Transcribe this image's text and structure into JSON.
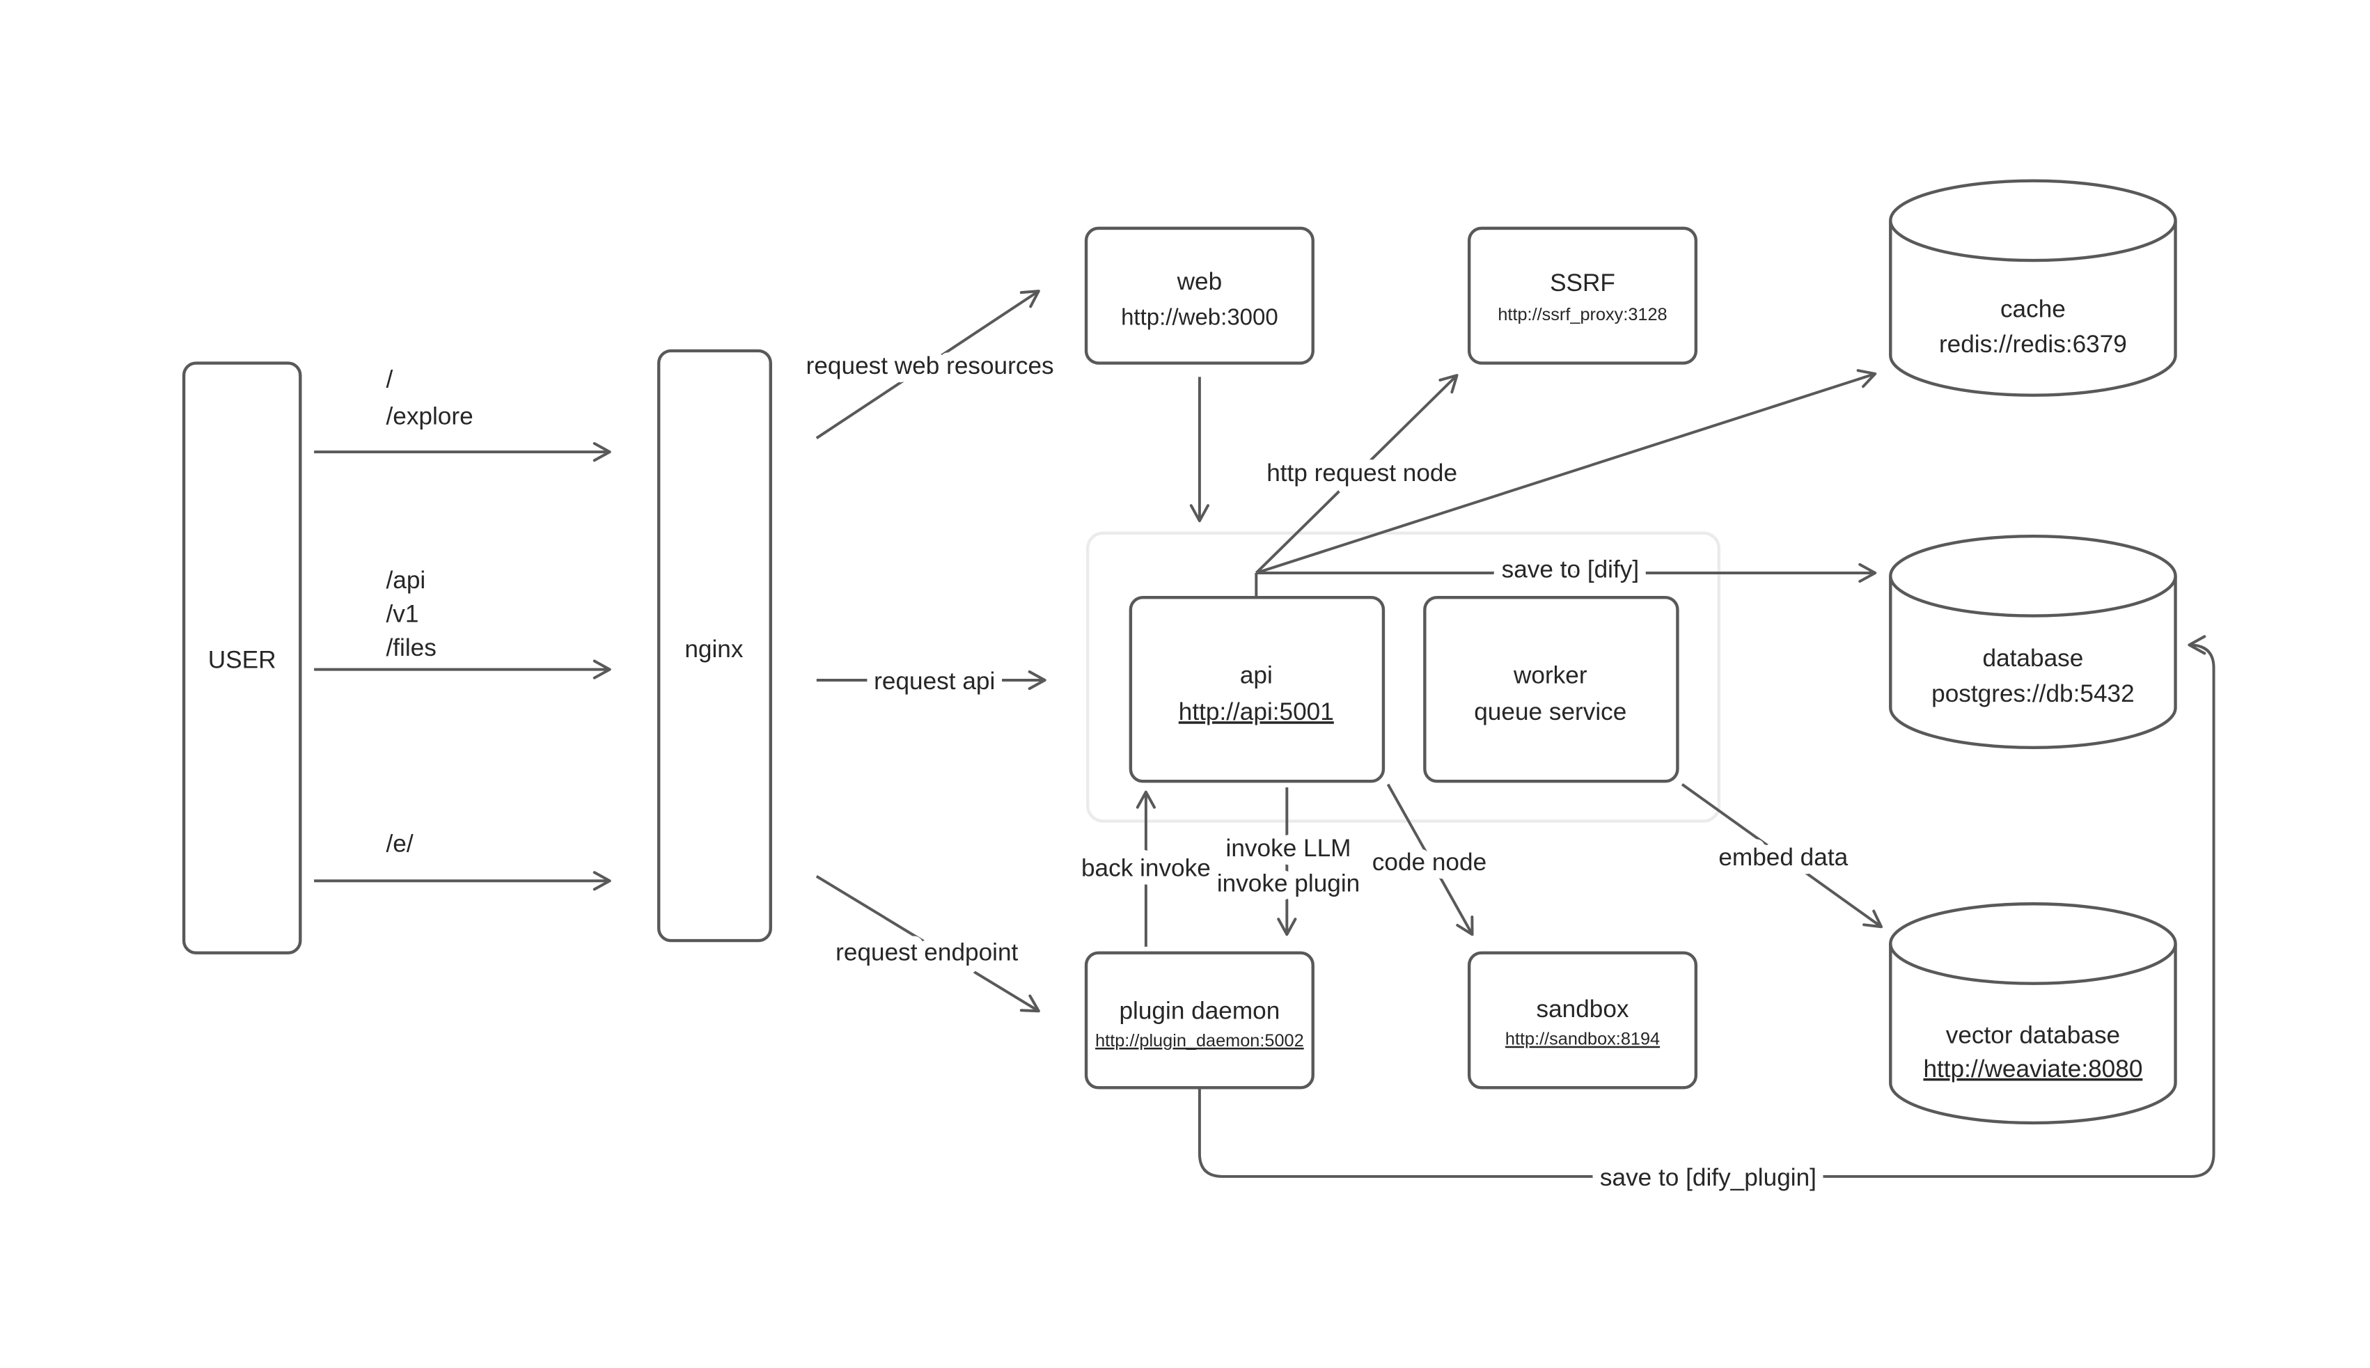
{
  "colors": {
    "line": "#595959",
    "text": "#262626",
    "group_border": "#ebebeb",
    "node_fill": "#ffffff",
    "background": "#ffffff"
  },
  "nodes": {
    "user": {
      "label": "USER"
    },
    "nginx": {
      "label": "nginx"
    },
    "web": {
      "title": "web",
      "url": "http://web:3000"
    },
    "ssrf": {
      "title": "SSRF",
      "url": "http://ssrf_proxy:3128"
    },
    "cache": {
      "title": "cache",
      "url": "redis://redis:6379"
    },
    "api": {
      "title": "api",
      "url": "http://api:5001"
    },
    "worker": {
      "title": "worker",
      "subtitle": "queue service"
    },
    "database": {
      "title": "database",
      "url": "postgres://db:5432"
    },
    "plugin_daemon": {
      "title": "plugin daemon",
      "url": "http://plugin_daemon:5002"
    },
    "sandbox": {
      "title": "sandbox",
      "url": "http://sandbox:8194"
    },
    "vector_database": {
      "title": "vector database",
      "url": "http://weaviate:8080"
    }
  },
  "edges": {
    "user_root": {
      "line1": "/",
      "line2": "/explore"
    },
    "user_api": {
      "line1": "/api",
      "line2": "/v1",
      "line3": "/files"
    },
    "user_e": {
      "label": "/e/"
    },
    "request_web": {
      "label": "request web resources"
    },
    "request_api": {
      "label": "request api"
    },
    "request_endpoint": {
      "label": "request endpoint"
    },
    "http_request_node": {
      "label": "http request node"
    },
    "save_dify": {
      "label": "save to [dify]"
    },
    "back_invoke": {
      "label": "back invoke"
    },
    "invoke": {
      "line1": "invoke LLM",
      "line2": "invoke plugin"
    },
    "code_node": {
      "label": "code node"
    },
    "embed_data": {
      "label": "embed data"
    },
    "save_dify_plugin": {
      "label": "save to [dify_plugin]"
    }
  }
}
